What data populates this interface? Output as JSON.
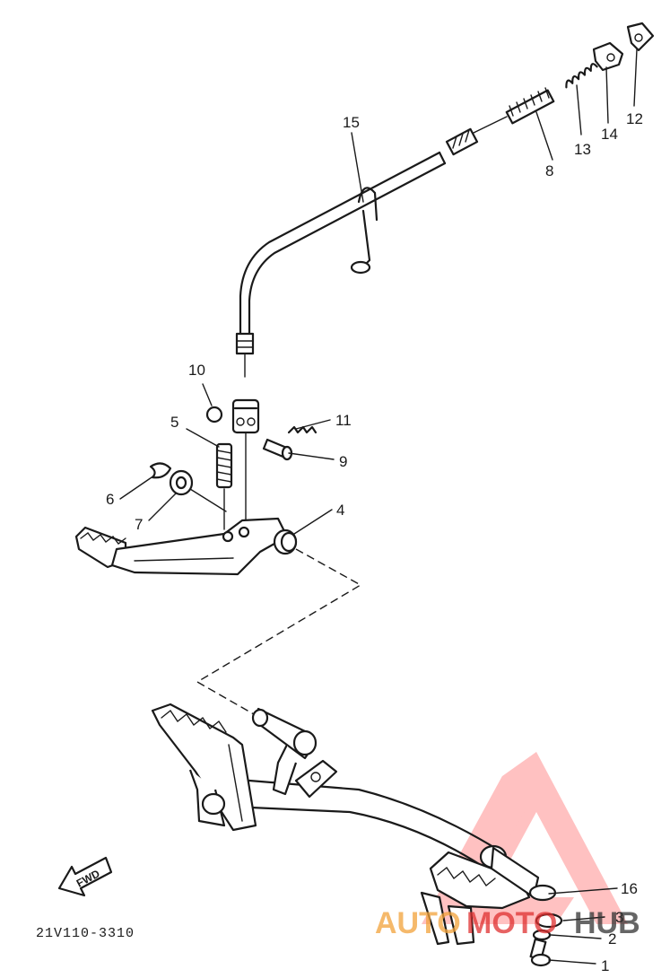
{
  "diagram": {
    "part_code": "21V110-3310",
    "fwd_label": "FWD",
    "callouts": [
      "1",
      "2",
      "3",
      "4",
      "5",
      "6",
      "7",
      "8",
      "9",
      "10",
      "11",
      "12",
      "13",
      "14",
      "15",
      "16"
    ]
  },
  "watermark": {
    "brand_part1": "AUTO",
    "brand_part2": "MOTO",
    "brand_part3": "HUB",
    "color_red": "#e03030",
    "color_orange": "#f2a23a",
    "color_dark": "#333333"
  }
}
